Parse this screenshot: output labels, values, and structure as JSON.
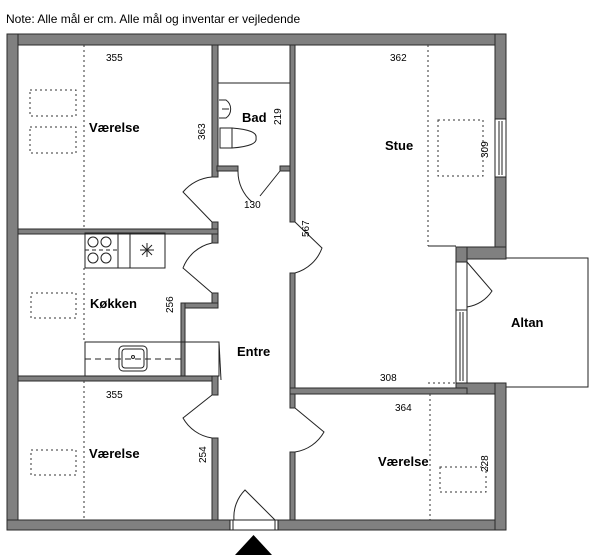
{
  "note": "Note: Alle mål er cm. Alle mål og inventar er vejledende",
  "rooms": {
    "bedroom_top_left": {
      "label": "Værelse",
      "width": "355",
      "depth": "363"
    },
    "bathroom": {
      "label": "Bad",
      "depth": "219",
      "width": "130"
    },
    "living_room": {
      "label": "Stue",
      "width_top": "362",
      "width_bottom": "308",
      "depth": "567",
      "niche_depth": "309"
    },
    "kitchen": {
      "label": "Køkken",
      "depth": "256"
    },
    "hallway": {
      "label": "Entre"
    },
    "balcony": {
      "label": "Altan"
    },
    "bedroom_bottom_left": {
      "label": "Værelse",
      "width": "355",
      "depth": "254"
    },
    "bedroom_bottom_right": {
      "label": "Værelse",
      "width": "364",
      "depth": "228"
    }
  },
  "colors": {
    "wall": "#808080",
    "line": "#222222"
  }
}
